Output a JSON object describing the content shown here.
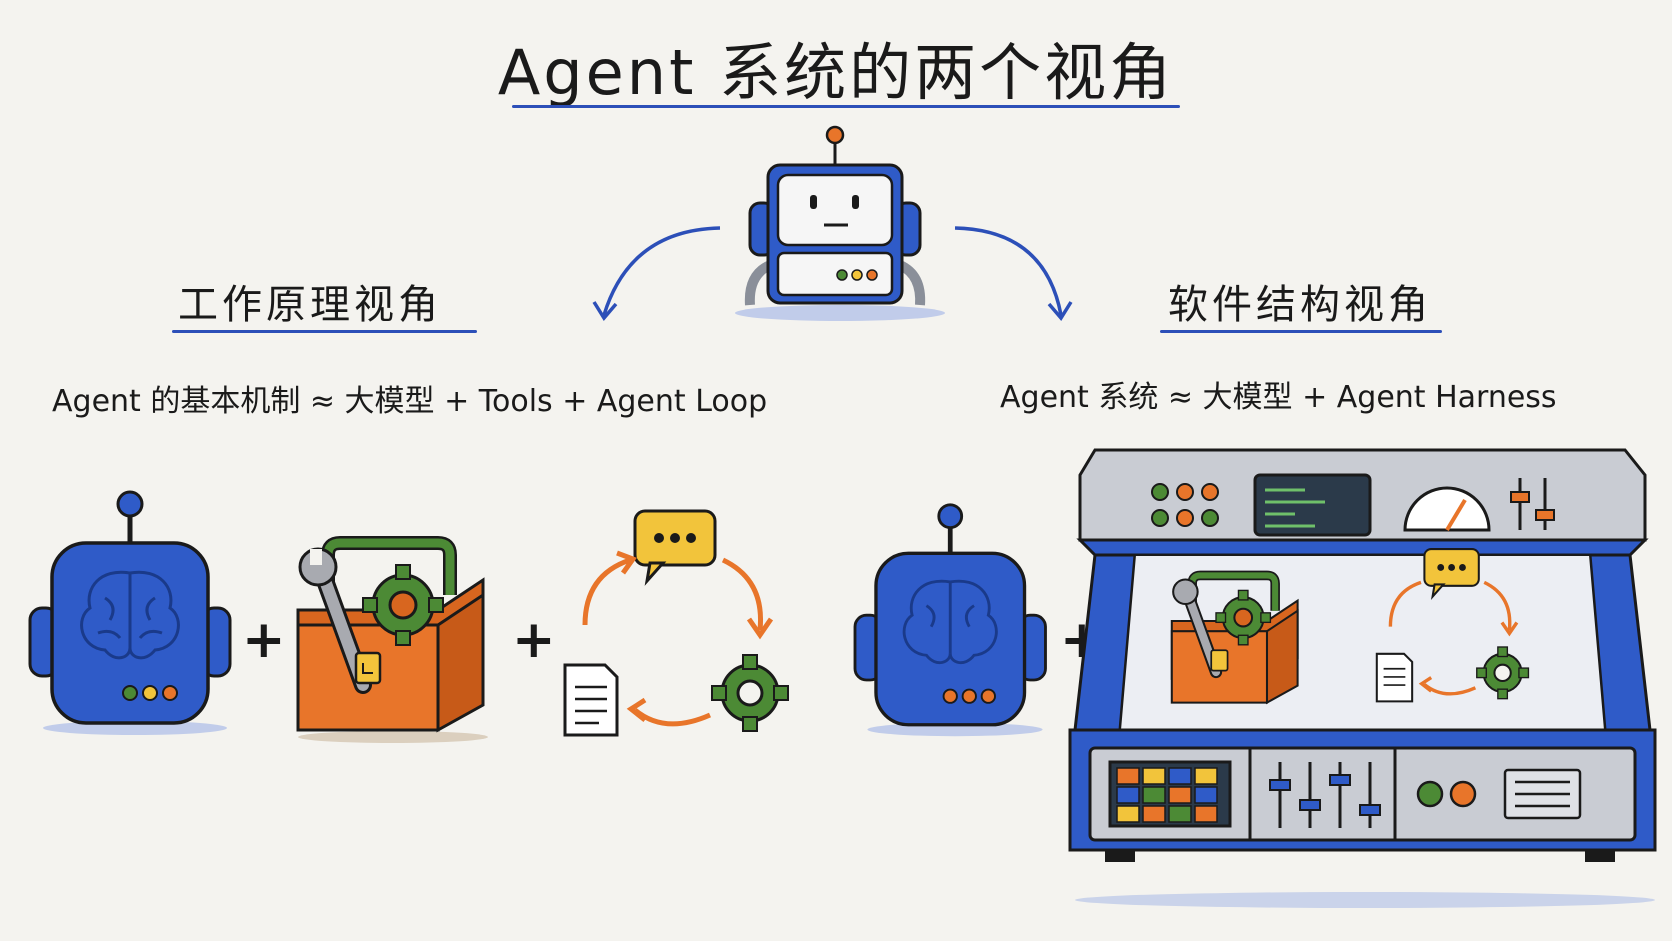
{
  "title": "Agent 系统的两个视角",
  "left": {
    "heading": "工作原理视角",
    "formula": "Agent 的基本机制 ≈ 大模型 + Tools + Agent Loop"
  },
  "right": {
    "heading": "软件结构视角",
    "formula": "Agent 系统 ≈ 大模型 + Agent Harness"
  },
  "plus": "+",
  "icons": [
    "robot-icon",
    "brain-robot-icon",
    "toolbox-icon",
    "wrench-icon",
    "gear-icon",
    "chat-bubble-icon",
    "document-icon",
    "loop-arrows-icon",
    "harness-machine-icon",
    "gauge-icon",
    "terminal-screen-icon"
  ],
  "colors": {
    "blue": "#2f5bc8",
    "orange": "#e8752a",
    "green": "#4c8a35",
    "yellow": "#f2c43b",
    "line": "#2c4fb8"
  }
}
